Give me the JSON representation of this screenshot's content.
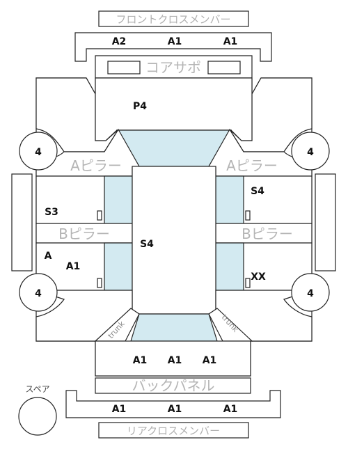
{
  "parts": {
    "front_cross_member": "フロントクロスメンバー",
    "core_support": "コアサポ",
    "a_pillar_left": "Aピラー",
    "a_pillar_right": "Aピラー",
    "b_pillar_left": "Bピラー",
    "b_pillar_right": "Bピラー",
    "back_panel": "バックパネル",
    "rear_cross_member": "リアクロスメンバー",
    "spare": "スペア",
    "trunk_left": "trunk",
    "trunk_right": "trunk"
  },
  "grades": {
    "front_member_1": "A2",
    "front_member_2": "A1",
    "front_member_3": "A1",
    "hood": "P4",
    "left_front_wheel": "4",
    "right_front_wheel": "4",
    "left_rear_wheel": "4",
    "right_rear_wheel": "4",
    "left_front_door": "S3",
    "right_front_door": "S4",
    "roof": "S4",
    "left_rear_door_a": "A",
    "left_rear_door_b": "A1",
    "right_rear_door": "XX",
    "trunk_1": "A1",
    "trunk_2": "A1",
    "trunk_3": "A1",
    "rear_member_1": "A1",
    "rear_member_2": "A1",
    "rear_member_3": "A1"
  },
  "colors": {
    "glass": "#d3eaf1",
    "line": "#222222",
    "part_label": "#b0b0b0"
  }
}
